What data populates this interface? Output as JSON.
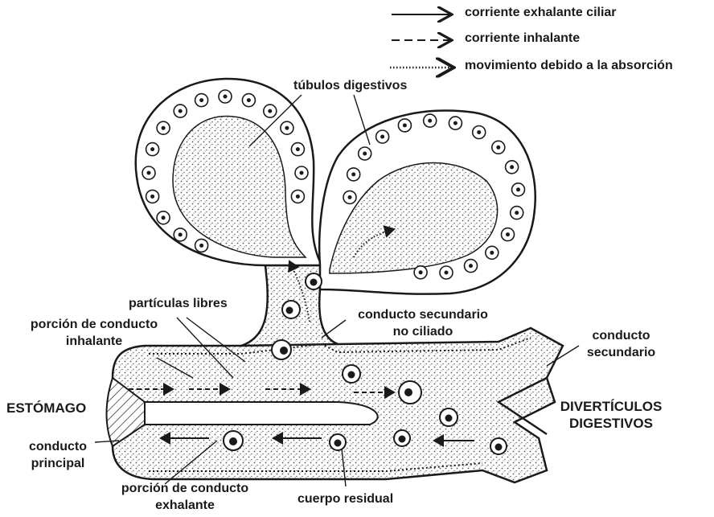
{
  "legend": [
    {
      "style": "solid",
      "label": "corriente exhalante ciliar"
    },
    {
      "style": "dashed",
      "label": "corriente inhalante"
    },
    {
      "style": "dotted",
      "label": "movimiento debido a la absorción"
    }
  ],
  "labels": {
    "tubulos": "túbulos digestivos",
    "particulas": "partículas libres",
    "inhalante_1": "porción de conducto",
    "inhalante_2": "inhalante",
    "secundario_nc_1": "conducto secundario",
    "secundario_nc_2": "no ciliado",
    "secundario_1": "conducto",
    "secundario_2": "secundario",
    "estomago": "ESTÓMAGO",
    "principal_1": "conducto",
    "principal_2": "principal",
    "diverticulos_1": "DIVERTÍCULOS",
    "diverticulos_2": "DIGESTIVOS",
    "exhalante_1": "porción de conducto",
    "exhalante_2": "exhalante",
    "residual": "cuerpo residual"
  },
  "colors": {
    "ink": "#1a1a1a",
    "stipple": "#7a7a7a",
    "cell_fill": "#ffffff"
  }
}
